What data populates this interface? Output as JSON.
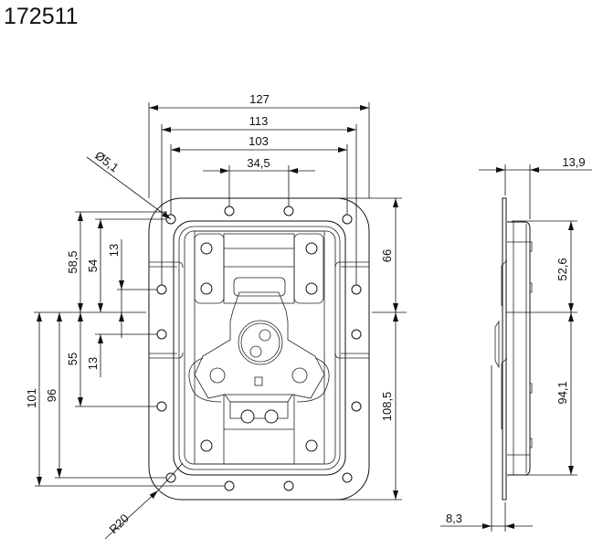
{
  "title": "172511",
  "front_view": {
    "dimensions": {
      "width_overall": "127",
      "hole_spacing_outer": "113",
      "hole_spacing_corner": "103",
      "hole_spacing_center": "34,5",
      "hole_diameter": "Ø5,1",
      "corner_radius": "R20",
      "top_to_center": "66",
      "bottom_to_center": "108,5",
      "upper_corner_hole": "58,5",
      "upper_side_hole": "54",
      "upper_small": "13",
      "lower_side_hole": "55",
      "lower_small": "13",
      "lower_edge_hole": "101",
      "lower_corner_hole": "96"
    }
  },
  "side_view": {
    "dimensions": {
      "depth": "13,9",
      "protrusion": "8,3",
      "upper_depth": "52,6",
      "lower_depth": "94,1"
    }
  }
}
